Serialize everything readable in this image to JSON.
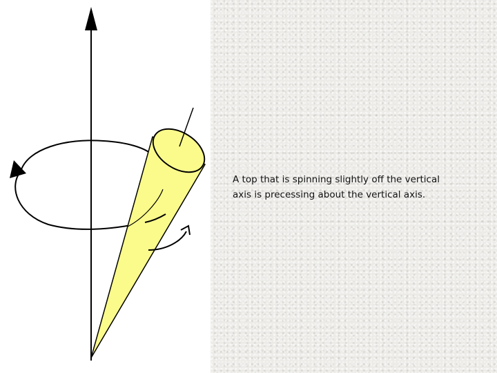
{
  "caption": {
    "line1": "A top that is spinning slightly off the vertical",
    "line2": "axis is precessing about the vertical axis."
  },
  "colors": {
    "top_fill": "#fbfb8c",
    "line": "#000000",
    "text_panel_bg": "#ecebe8"
  },
  "diagram": {
    "elements": [
      "vertical-axis-arrow",
      "precession-circle-arrow",
      "spinning-top-cone",
      "spin-axis-line",
      "spin-rotation-arrow"
    ]
  }
}
